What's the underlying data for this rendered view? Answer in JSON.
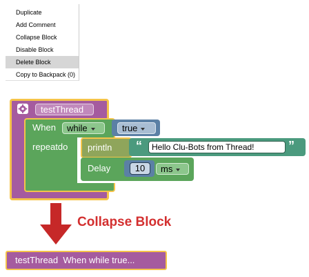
{
  "context_menu": {
    "items": [
      {
        "label": "Duplicate"
      },
      {
        "label": "Add Comment"
      },
      {
        "label": "Collapse Block"
      },
      {
        "label": "Disable Block"
      },
      {
        "label": "Delete Block"
      },
      {
        "label": "Copy to Backpack (0)"
      }
    ],
    "highlighted_index": 4
  },
  "blocks": {
    "thread_name": "testThread",
    "when_label": "When",
    "condition_dropdown": "while",
    "condition_value": "true",
    "repeat_label": "repeatdo",
    "println_label": "println",
    "string_open_quote": "“",
    "string_value": "Hello Clu-Bots from Thread!",
    "string_close_quote": "”",
    "delay_label": "Delay",
    "delay_value": "10",
    "delay_unit": "ms"
  },
  "caption": "Collapse Block",
  "collapsed_block": {
    "label": "testThread  When while true..."
  },
  "colors": {
    "thread_purple": "#a55b9f",
    "loop_green": "#5ba55b",
    "value_blue": "#5b80a5",
    "println_green": "#8fa55b",
    "text_teal": "#4b9a7e",
    "selection_yellow": "#f5c44a",
    "caption_red": "#d32f2f",
    "arrow_red": "#c62828"
  }
}
